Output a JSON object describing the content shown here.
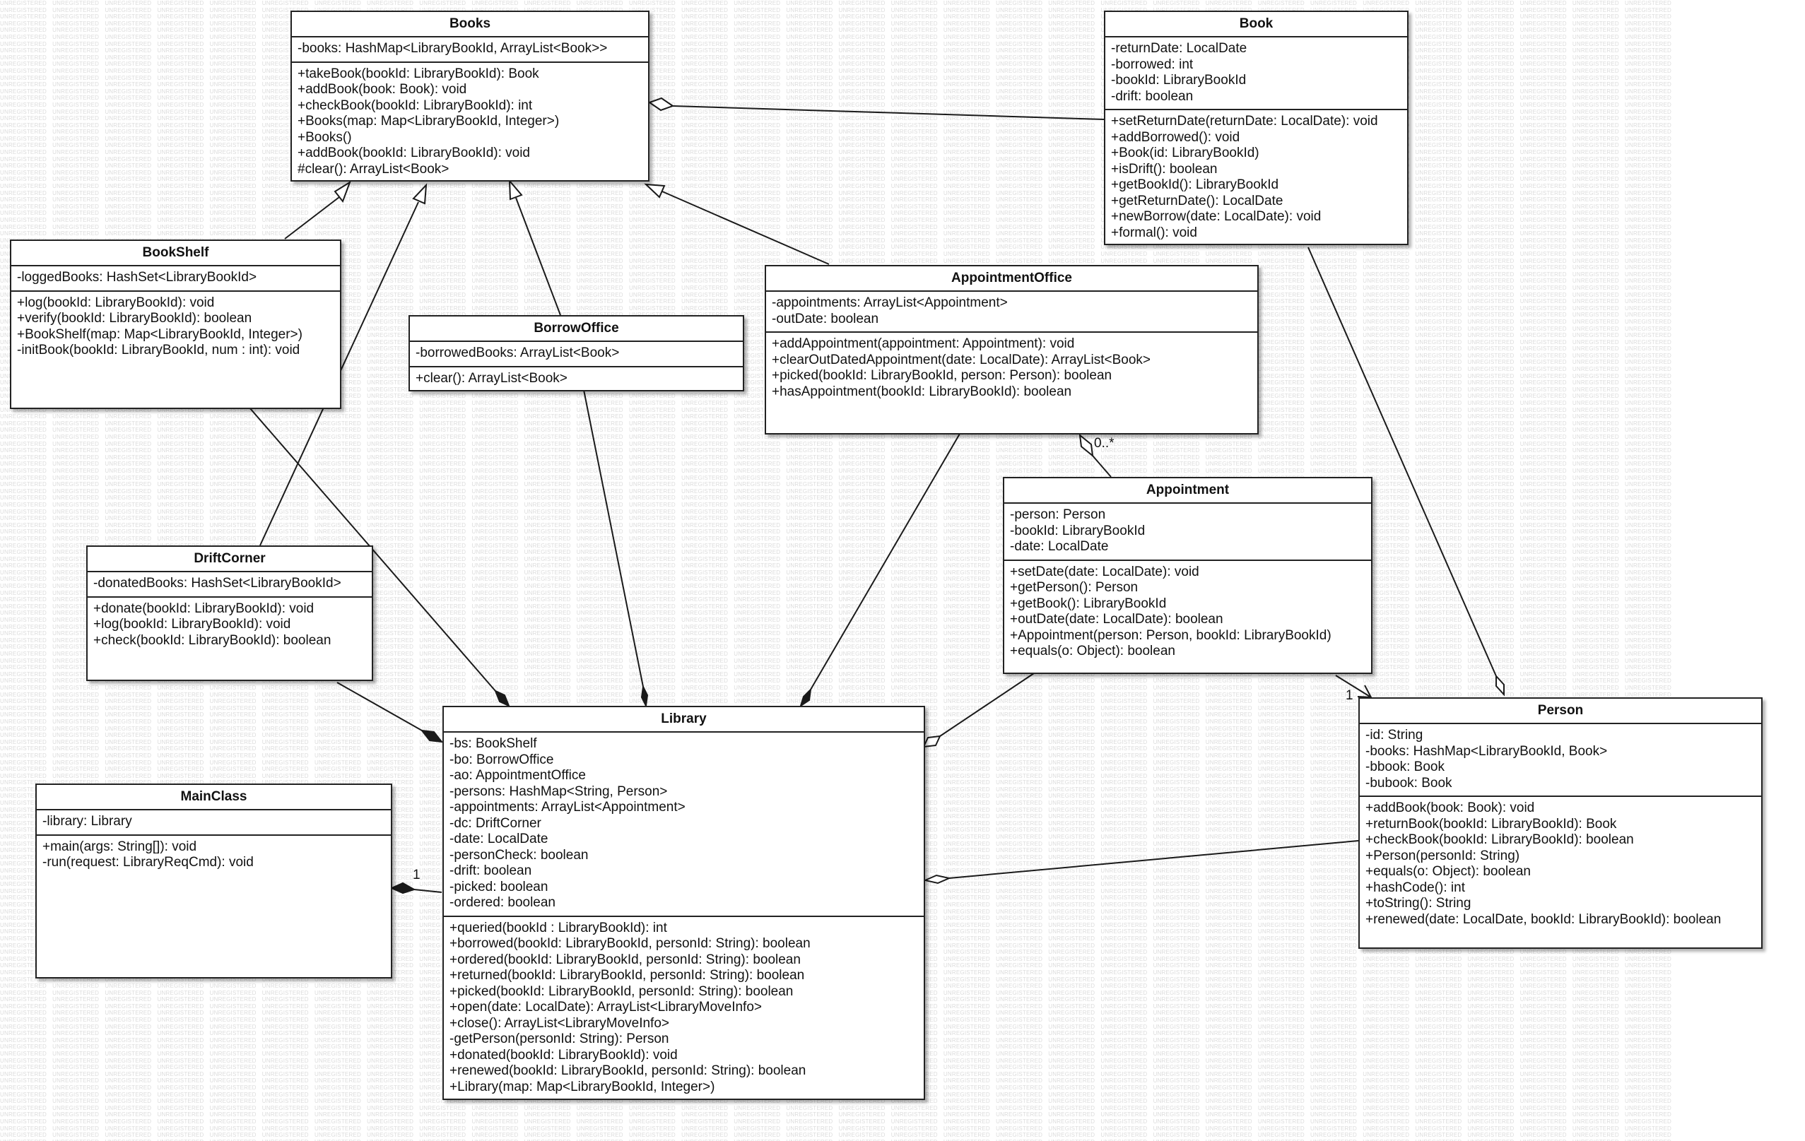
{
  "watermark": "UNREGISTERED",
  "classes": {
    "books": {
      "name": "Books",
      "attributes": [
        "-books: HashMap<LibraryBookId, ArrayList<Book>>"
      ],
      "operations": [
        "+takeBook(bookId: LibraryBookId): Book",
        "+addBook(book: Book): void",
        "+checkBook(bookId: LibraryBookId): int",
        "+Books(map: Map<LibraryBookId, Integer>)",
        "+Books()",
        "+addBook(bookId: LibraryBookId): void",
        "#clear(): ArrayList<Book>"
      ]
    },
    "book": {
      "name": "Book",
      "attributes": [
        "-returnDate: LocalDate",
        "-borrowed: int",
        "-bookId: LibraryBookId",
        "-drift: boolean"
      ],
      "operations": [
        "+setReturnDate(returnDate: LocalDate): void",
        "+addBorrowed(): void",
        "+Book(id: LibraryBookId)",
        "+isDrift(): boolean",
        "+getBookId(): LibraryBookId",
        "+getReturnDate(): LocalDate",
        "+newBorrow(date: LocalDate): void",
        "+formal(): void"
      ]
    },
    "bookshelf": {
      "name": "BookShelf",
      "attributes": [
        "-loggedBooks: HashSet<LibraryBookId>"
      ],
      "operations": [
        "+log(bookId: LibraryBookId): void",
        "+verify(bookId: LibraryBookId): boolean",
        "+BookShelf(map: Map<LibraryBookId, Integer>)",
        "-initBook(bookId: LibraryBookId, num : int): void"
      ]
    },
    "borrowoffice": {
      "name": "BorrowOffice",
      "attributes": [
        "-borrowedBooks: ArrayList<Book>"
      ],
      "operations": [
        "+clear(): ArrayList<Book>"
      ]
    },
    "appointmentoffice": {
      "name": "AppointmentOffice",
      "attributes": [
        "-appointments: ArrayList<Appointment>",
        "-outDate: boolean"
      ],
      "operations": [
        "+addAppointment(appointment: Appointment): void",
        "+clearOutDatedAppointment(date: LocalDate): ArrayList<Book>",
        "+picked(bookId: LibraryBookId, person: Person): boolean",
        "+hasAppointment(bookId: LibraryBookId): boolean"
      ]
    },
    "appointment": {
      "name": "Appointment",
      "attributes": [
        "-person: Person",
        "-bookId: LibraryBookId",
        "-date: LocalDate"
      ],
      "operations": [
        "+setDate(date: LocalDate): void",
        "+getPerson(): Person",
        "+getBook(): LibraryBookId",
        "+outDate(date: LocalDate): boolean",
        "+Appointment(person: Person, bookId: LibraryBookId)",
        "+equals(o: Object): boolean"
      ]
    },
    "driftcorner": {
      "name": "DriftCorner",
      "attributes": [
        "-donatedBooks: HashSet<LibraryBookId>"
      ],
      "operations": [
        "+donate(bookId: LibraryBookId): void",
        "+log(bookId: LibraryBookId): void",
        "+check(bookId: LibraryBookId): boolean"
      ]
    },
    "library": {
      "name": "Library",
      "attributes": [
        "-bs: BookShelf",
        "-bo: BorrowOffice",
        "-ao: AppointmentOffice",
        "-persons: HashMap<String, Person>",
        "-appointments: ArrayList<Appointment>",
        "-dc: DriftCorner",
        "-date: LocalDate",
        "-personCheck: boolean",
        "-drift: boolean",
        "-picked: boolean",
        "-ordered: boolean"
      ],
      "operations": [
        "+queried(bookId : LibraryBookId): int",
        "+borrowed(bookId: LibraryBookId, personId: String): boolean",
        "+ordered(bookId: LibraryBookId, personId: String): boolean",
        "+returned(bookId: LibraryBookId, personId: String): boolean",
        "+picked(bookId: LibraryBookId, personId: String): boolean",
        "+open(date: LocalDate): ArrayList<LibraryMoveInfo>",
        "+close(): ArrayList<LibraryMoveInfo>",
        "-getPerson(personId: String): Person",
        "+donated(bookId: LibraryBookId): void",
        "+renewed(bookId: LibraryBookId, personId: String): boolean",
        "+Library(map: Map<LibraryBookId, Integer>)"
      ]
    },
    "mainclass": {
      "name": "MainClass",
      "attributes": [
        "-library: Library"
      ],
      "operations": [
        "+main(args: String[]): void",
        "-run(request: LibraryReqCmd): void"
      ]
    },
    "person": {
      "name": "Person",
      "attributes": [
        "-id: String",
        "-books: HashMap<LibraryBookId, Book>",
        "-bbook: Book",
        "-bubook: Book"
      ],
      "operations": [
        "+addBook(book: Book): void",
        "+returnBook(bookId: LibraryBookId): Book",
        "+checkBook(bookId: LibraryBookId): boolean",
        "+Person(personId: String)",
        "+equals(o: Object): boolean",
        "+hashCode(): int",
        "+toString(): String",
        "+renewed(date: LocalDate, bookId: LibraryBookId): boolean"
      ]
    }
  },
  "multiplicities": {
    "appointments_many": "0..*",
    "appointment_person_one": "1",
    "mainclass_library_one": "1"
  }
}
